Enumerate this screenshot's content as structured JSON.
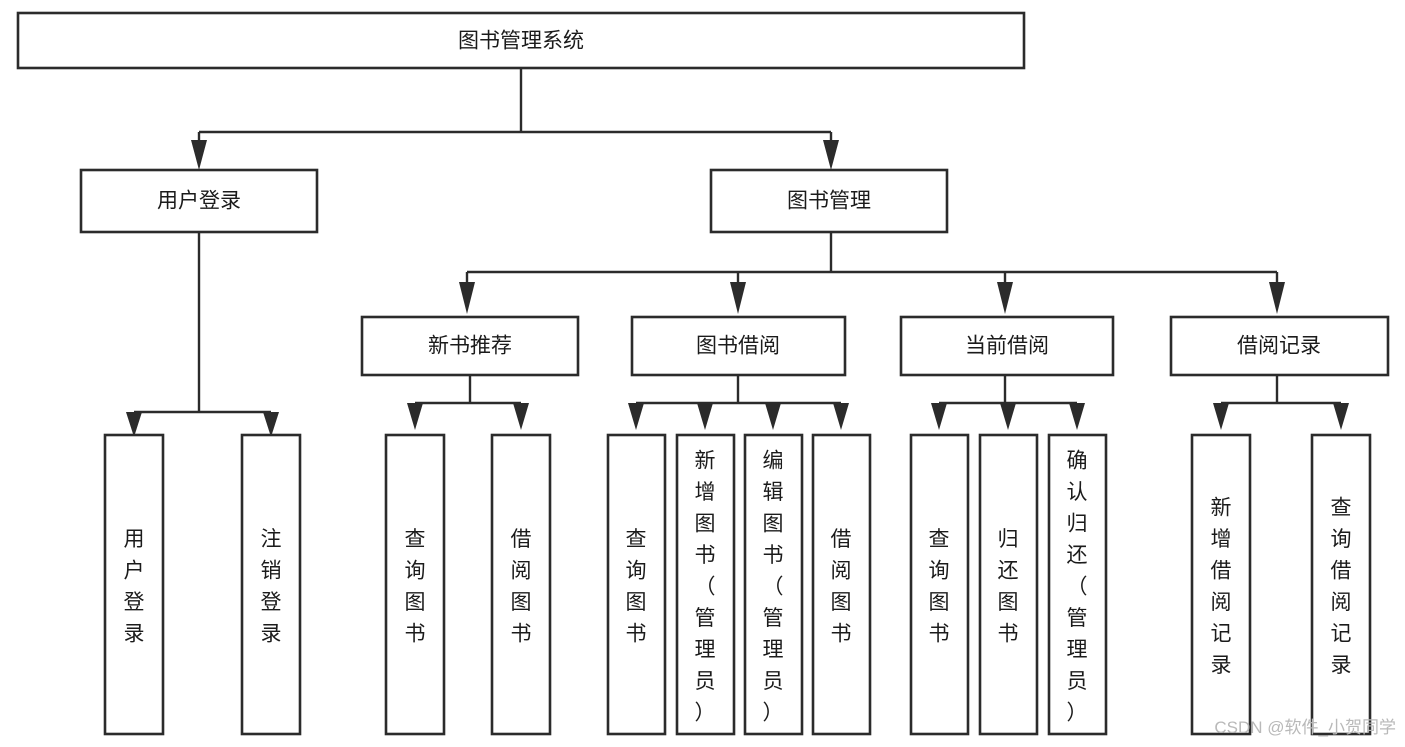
{
  "diagram": {
    "title": "图书管理系统",
    "type": "tree",
    "orientation": "top-down",
    "colors": {
      "background": "#ffffff",
      "box_stroke": "#2b2b2b",
      "box_fill": "#ffffff",
      "connector": "#2b2b2b",
      "label": "#1b1b1b",
      "watermark": "#b9b9b9"
    },
    "nodes": {
      "root": {
        "label": "图书管理系统",
        "orientation": "horizontal"
      },
      "level2": [
        {
          "id": "user-login",
          "label": "用户登录",
          "orientation": "horizontal"
        },
        {
          "id": "book-management",
          "label": "图书管理",
          "orientation": "horizontal"
        }
      ],
      "level3": [
        {
          "id": "new-book-recommend",
          "label": "新书推荐",
          "orientation": "horizontal"
        },
        {
          "id": "book-borrow",
          "label": "图书借阅",
          "orientation": "horizontal"
        },
        {
          "id": "current-borrow",
          "label": "当前借阅",
          "orientation": "horizontal"
        },
        {
          "id": "borrow-record",
          "label": "借阅记录",
          "orientation": "horizontal"
        }
      ],
      "leaves": {
        "user-login": [
          {
            "id": "leaf-user-login",
            "label": "用户登录",
            "orientation": "vertical"
          },
          {
            "id": "leaf-user-logout",
            "label": "注销登录",
            "orientation": "vertical"
          }
        ],
        "new-book-recommend": [
          {
            "id": "leaf-query-book-1",
            "label": "查询图书",
            "orientation": "vertical"
          },
          {
            "id": "leaf-borrow-book-1",
            "label": "借阅图书",
            "orientation": "vertical"
          }
        ],
        "book-borrow": [
          {
            "id": "leaf-query-book-2",
            "label": "查询图书",
            "orientation": "vertical"
          },
          {
            "id": "leaf-add-book-admin",
            "label": "新增图书（管理员）",
            "orientation": "vertical"
          },
          {
            "id": "leaf-edit-book-admin",
            "label": "编辑图书（管理员）",
            "orientation": "vertical"
          },
          {
            "id": "leaf-borrow-book-2",
            "label": "借阅图书",
            "orientation": "vertical"
          }
        ],
        "current-borrow": [
          {
            "id": "leaf-query-book-3",
            "label": "查询图书",
            "orientation": "vertical"
          },
          {
            "id": "leaf-return-book",
            "label": "归还图书",
            "orientation": "vertical"
          },
          {
            "id": "leaf-confirm-return-admin",
            "label": "确认归还（管理员）",
            "orientation": "vertical"
          }
        ],
        "borrow-record": [
          {
            "id": "leaf-add-borrow-record",
            "label": "新增借阅记录",
            "orientation": "vertical"
          },
          {
            "id": "leaf-query-borrow-record",
            "label": "查询借阅记录",
            "orientation": "vertical"
          }
        ]
      }
    },
    "watermark": "CSDN @软件_小贺同学"
  }
}
